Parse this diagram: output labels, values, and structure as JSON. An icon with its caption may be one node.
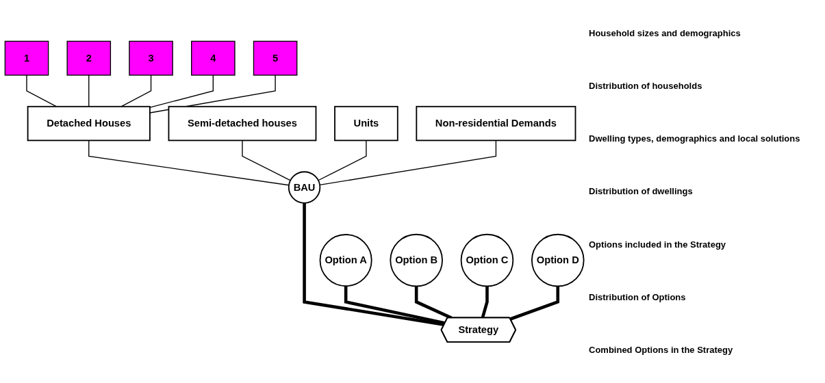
{
  "diagram": {
    "nodes": [
      {
        "text": [
          "1"
        ]
      },
      {
        "text": [
          "2"
        ]
      },
      {
        "text": [
          "3"
        ]
      },
      {
        "text": [
          "4"
        ]
      },
      {
        "text": [
          "5"
        ]
      },
      {
        "text": [
          "Detached Houses"
        ]
      },
      {
        "text": [
          "Semi-detached houses"
        ]
      },
      {
        "text": [
          "Units"
        ]
      },
      {
        "text": [
          "Non-residential Demands"
        ]
      },
      {
        "text": [
          "BAU"
        ]
      },
      {
        "text": [
          "Option A"
        ]
      },
      {
        "text": [
          "Option B"
        ]
      },
      {
        "text": [
          "Option C"
        ]
      },
      {
        "text": [
          "Option D"
        ]
      },
      {
        "text": [
          "Strategy"
        ]
      }
    ],
    "edges": [
      {
        "from": 0,
        "to": 5,
        "arrow": "none"
      },
      {
        "from": 1,
        "to": 5,
        "arrow": "none"
      },
      {
        "from": 2,
        "to": 5,
        "arrow": "none"
      },
      {
        "from": 3,
        "to": 5,
        "arrow": "none"
      },
      {
        "from": 4,
        "to": 5,
        "arrow": "none"
      },
      {
        "from": 5,
        "to": 9,
        "arrow": "none"
      },
      {
        "from": 6,
        "to": 9,
        "arrow": "none"
      },
      {
        "from": 7,
        "to": 9,
        "arrow": "none"
      },
      {
        "from": 8,
        "to": 9,
        "arrow": "none"
      },
      {
        "from": 9,
        "to": 14,
        "arrow": "none",
        "style": "thick"
      },
      {
        "from": 10,
        "to": 14,
        "arrow": "none",
        "style": "thick"
      },
      {
        "from": 11,
        "to": 14,
        "arrow": "none",
        "style": "thick"
      },
      {
        "from": 12,
        "to": 14,
        "arrow": "none",
        "style": "thick"
      },
      {
        "from": 13,
        "to": 14,
        "arrow": "none",
        "style": "thick"
      }
    ],
    "labels": [
      "Household sizes and demographics",
      "Distribution of households",
      "Dwelling types, demographics and local solutions",
      "Distribution of dwellings",
      "Options included in the Strategy",
      "Distribution of Options",
      "Combined Options in the Strategy"
    ]
  }
}
